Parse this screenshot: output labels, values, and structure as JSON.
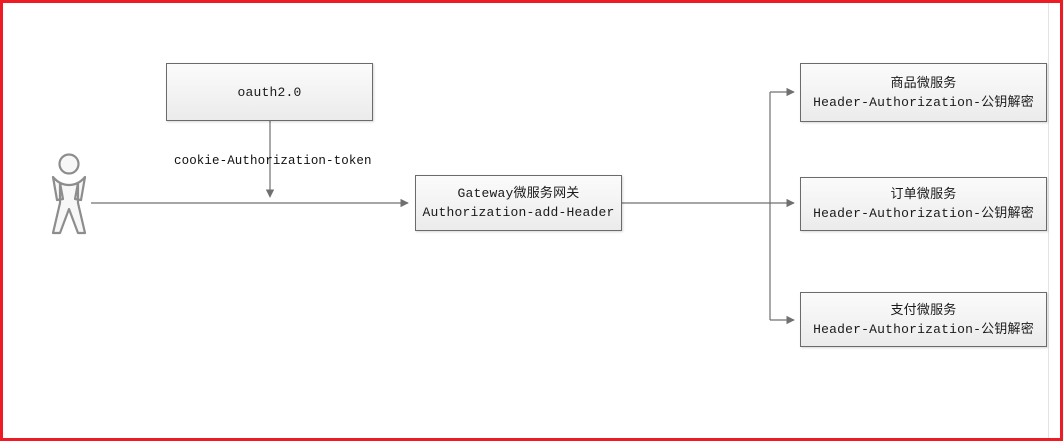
{
  "diagram": {
    "title": "oauth2.0 gateway microservice authorization flow",
    "frame_color": "#ed1c24",
    "node_border_color": "#6b6b6b",
    "wire_color": "#707070",
    "actor": {
      "icon": "actor-stick-figure-icon",
      "label": ""
    },
    "nodes": {
      "oauth": {
        "line1": "oauth2.0",
        "line2": ""
      },
      "gateway": {
        "line1": "Gateway微服务网关",
        "line2": "Authorization-add-Header"
      },
      "product": {
        "line1": "商品微服务",
        "line2": "Header-Authorization-公钥解密"
      },
      "order": {
        "line1": "订单微服务",
        "line2": "Header-Authorization-公钥解密"
      },
      "pay": {
        "line1": "支付微服务",
        "line2": "Header-Authorization-公钥解密"
      }
    },
    "edges": {
      "oauth_to_request": "cookie-Authorization-token"
    }
  }
}
